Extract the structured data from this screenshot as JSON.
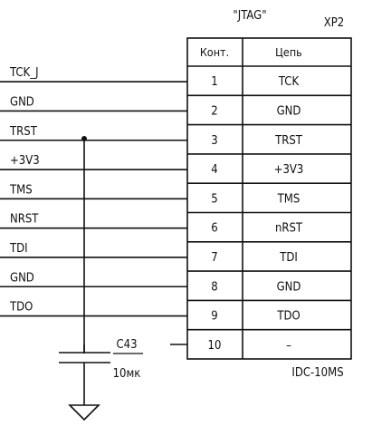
{
  "connector": {
    "name": "\"JTAG\"",
    "designator": "XP2",
    "type": "IDC-10MS",
    "header_pin": "Конт.",
    "header_net": "Цепь",
    "rows": [
      {
        "pin": "1",
        "net": "TCK"
      },
      {
        "pin": "2",
        "net": "GND"
      },
      {
        "pin": "3",
        "net": "TRST"
      },
      {
        "pin": "4",
        "net": "+3V3"
      },
      {
        "pin": "5",
        "net": "TMS"
      },
      {
        "pin": "6",
        "net": "nRST"
      },
      {
        "pin": "7",
        "net": "TDI"
      },
      {
        "pin": "8",
        "net": "GND"
      },
      {
        "pin": "9",
        "net": "TDO"
      },
      {
        "pin": "10",
        "net": "–"
      }
    ]
  },
  "wires": [
    {
      "label": "TCK_J"
    },
    {
      "label": "GND"
    },
    {
      "label": "TRST"
    },
    {
      "label": "+3V3"
    },
    {
      "label": "TMS"
    },
    {
      "label": "NRST"
    },
    {
      "label": "TDI"
    },
    {
      "label": "GND"
    },
    {
      "label": "TDO"
    }
  ],
  "capacitor": {
    "designator": "C43",
    "value": "10мк"
  }
}
